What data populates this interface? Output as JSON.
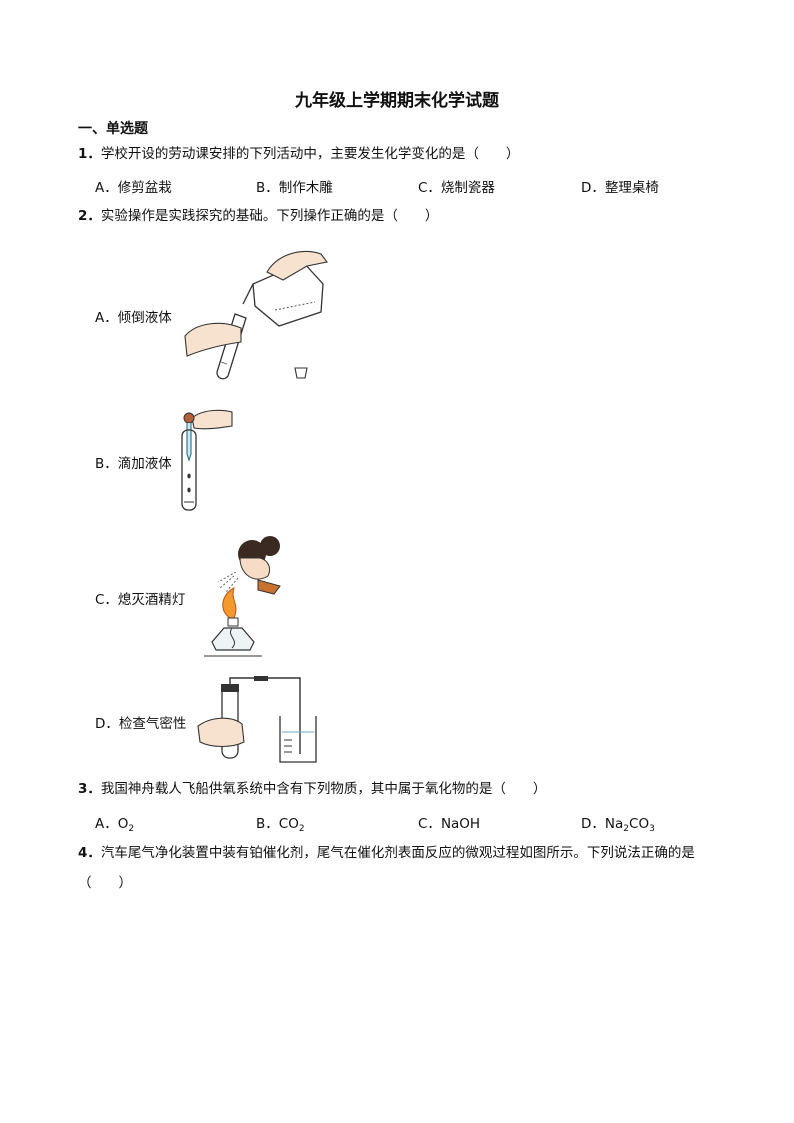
{
  "page_title": "九年级上学期期末化学试题",
  "section_heading": "一、单选题",
  "questions": [
    {
      "number": "1．",
      "stem": "学校开设的劳动课安排的下列活动中，主要发生化学变化的是（　　）",
      "options": [
        "A．修剪盆栽",
        "B．制作木雕",
        "C．烧制瓷器",
        "D．整理桌椅"
      ]
    },
    {
      "number": "2．",
      "stem": "实验操作是实践探究的基础。下列操作正确的是（　　）",
      "options": [
        "A．倾倒液体",
        "B．滴加液体",
        "C．熄灭酒精灯",
        "D．检查气密性"
      ],
      "figure_icons": [
        "pouring-liquid-illustration",
        "dropper-illustration",
        "blowing-out-lamp-illustration",
        "airtightness-check-illustration"
      ]
    },
    {
      "number": "3．",
      "stem": "我国神舟载人飞船供氧系统中含有下列物质，其中属于氧化物的是（　　）",
      "options": [
        {
          "letter": "A．",
          "base": "O",
          "sub": "2",
          "rest": "",
          "sub2": "",
          "rest2": ""
        },
        {
          "letter": "B．",
          "base": "CO",
          "sub": "2",
          "rest": "",
          "sub2": "",
          "rest2": ""
        },
        {
          "letter": "C．",
          "base": "NaOH",
          "sub": "",
          "rest": "",
          "sub2": "",
          "rest2": ""
        },
        {
          "letter": "D．",
          "base": "Na",
          "sub": "2",
          "rest": "CO",
          "sub2": "3",
          "rest2": ""
        }
      ]
    },
    {
      "number": "4．",
      "stem": "汽车尾气净化装置中装有铂催化剂，尾气在催化剂表面反应的微观过程如图所示。下列说法正确的是",
      "stem_cont": "（　　）"
    }
  ]
}
